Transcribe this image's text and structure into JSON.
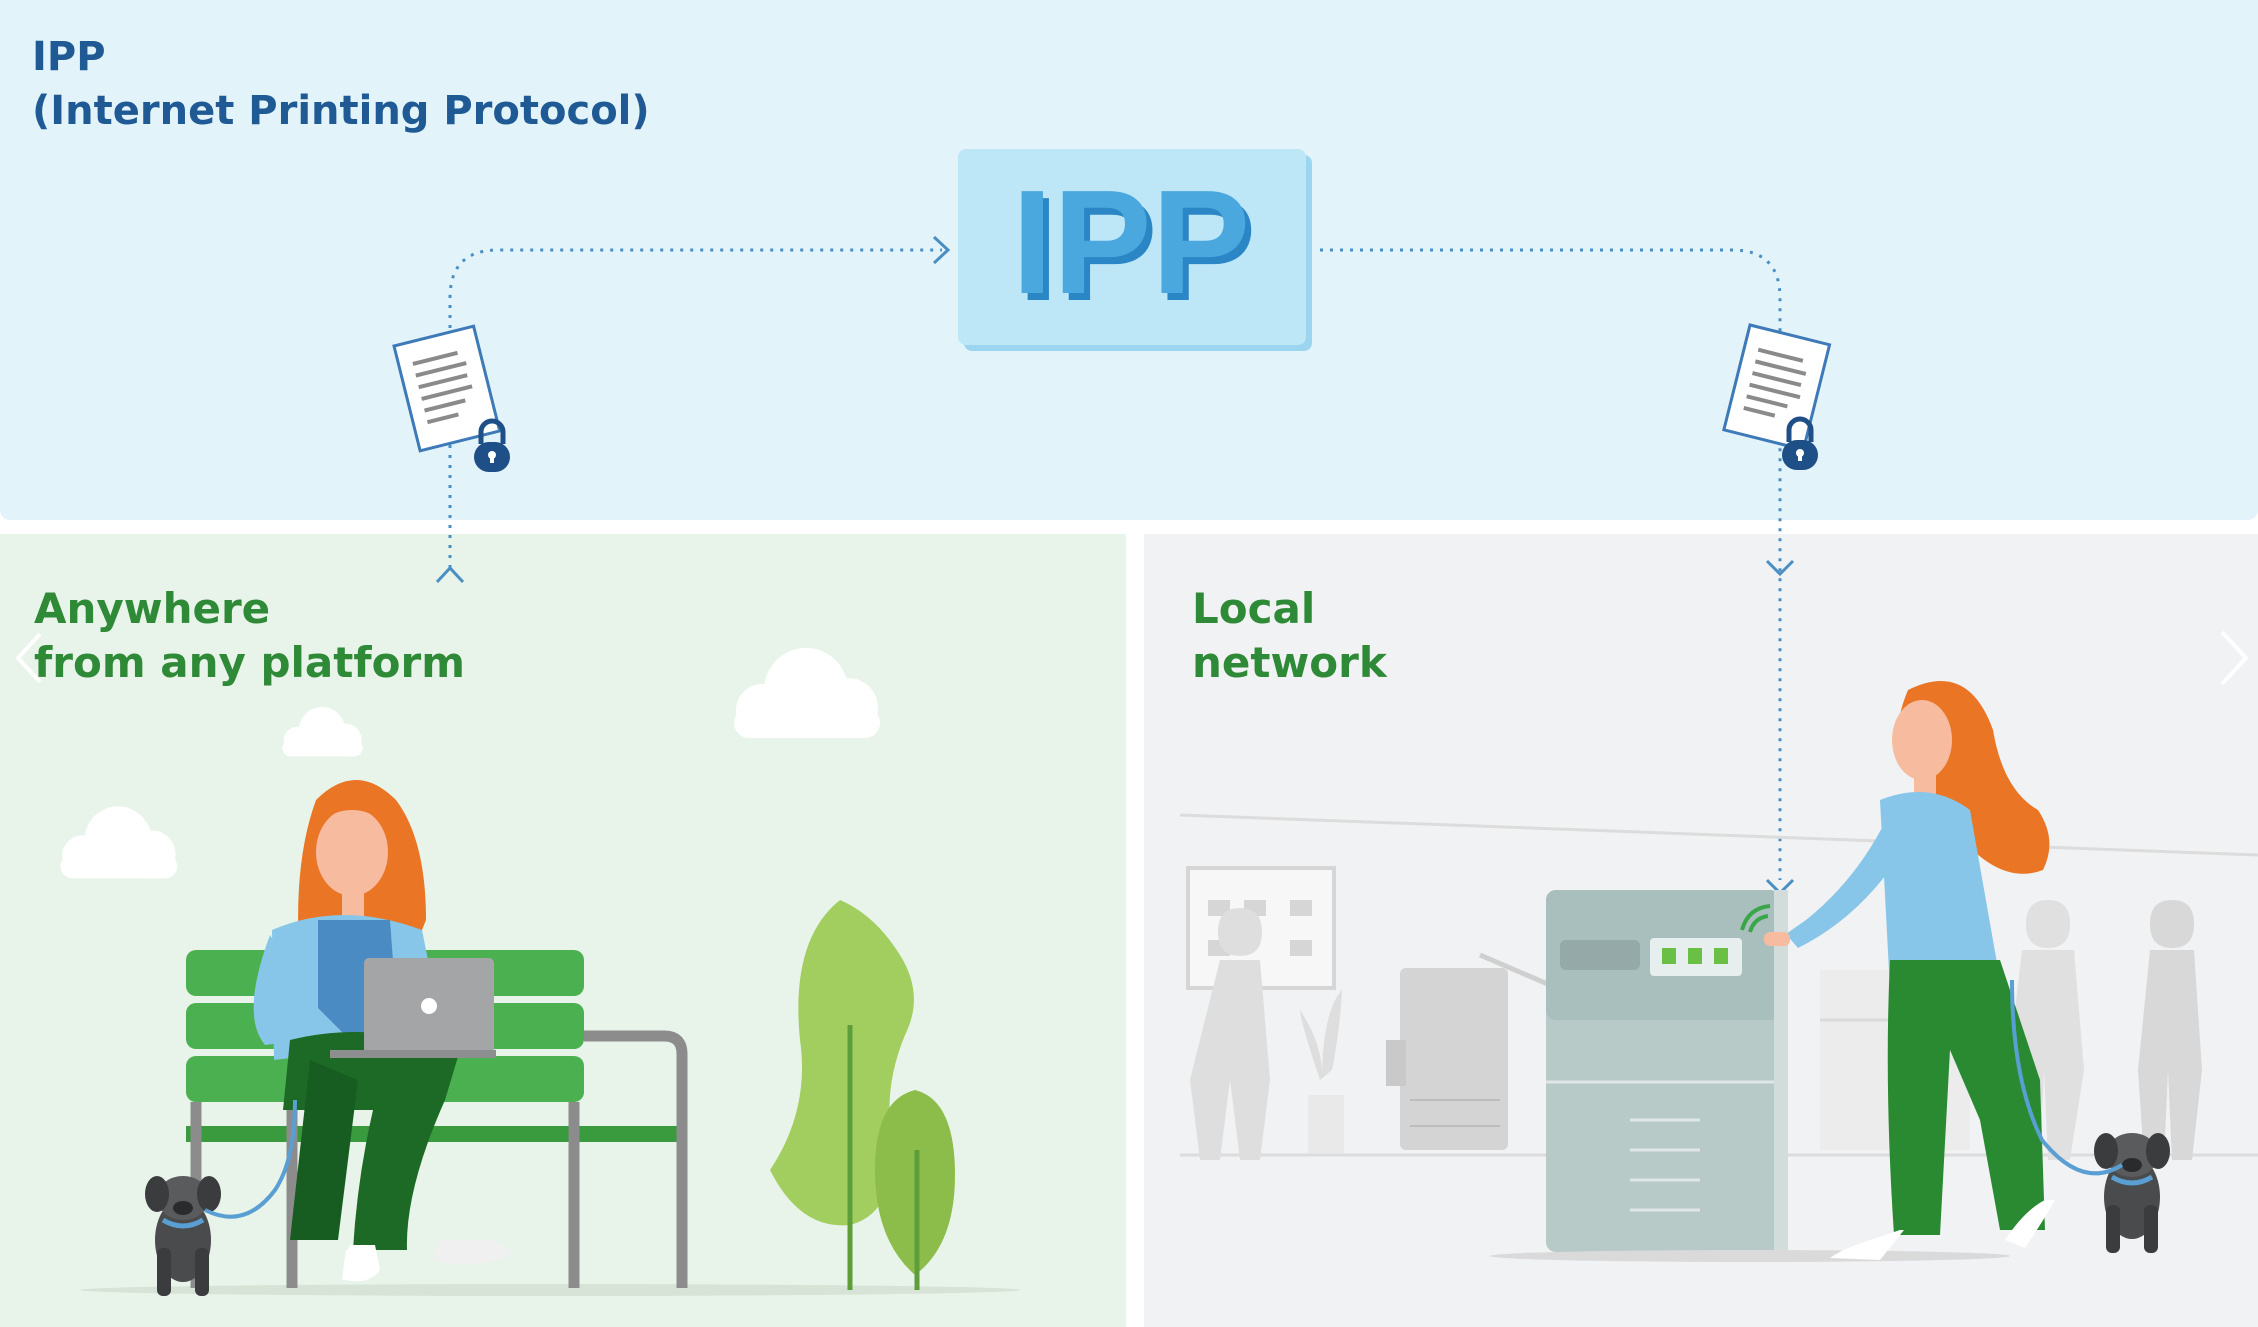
{
  "header": {
    "title": "IPP\n(Internet Printing Protocol)"
  },
  "protocol_box": {
    "label": "IPP"
  },
  "left_panel": {
    "title": "Anywhere\nfrom any platform"
  },
  "right_panel": {
    "title": "Local\nnetwork"
  },
  "colors": {
    "top_bg": "#e3f3fa",
    "left_bg": "#e8f4e9",
    "right_bg": "#f1f2f3",
    "header_text": "#1f5a94",
    "panel_title": "#2e8a36",
    "dotted_line": "#4a8fc4",
    "ipp_blue": "#4aa3db"
  },
  "icons": {
    "document": "locked-document-icon",
    "nav_prev": "chevron-left-icon",
    "nav_next": "chevron-right-icon"
  }
}
